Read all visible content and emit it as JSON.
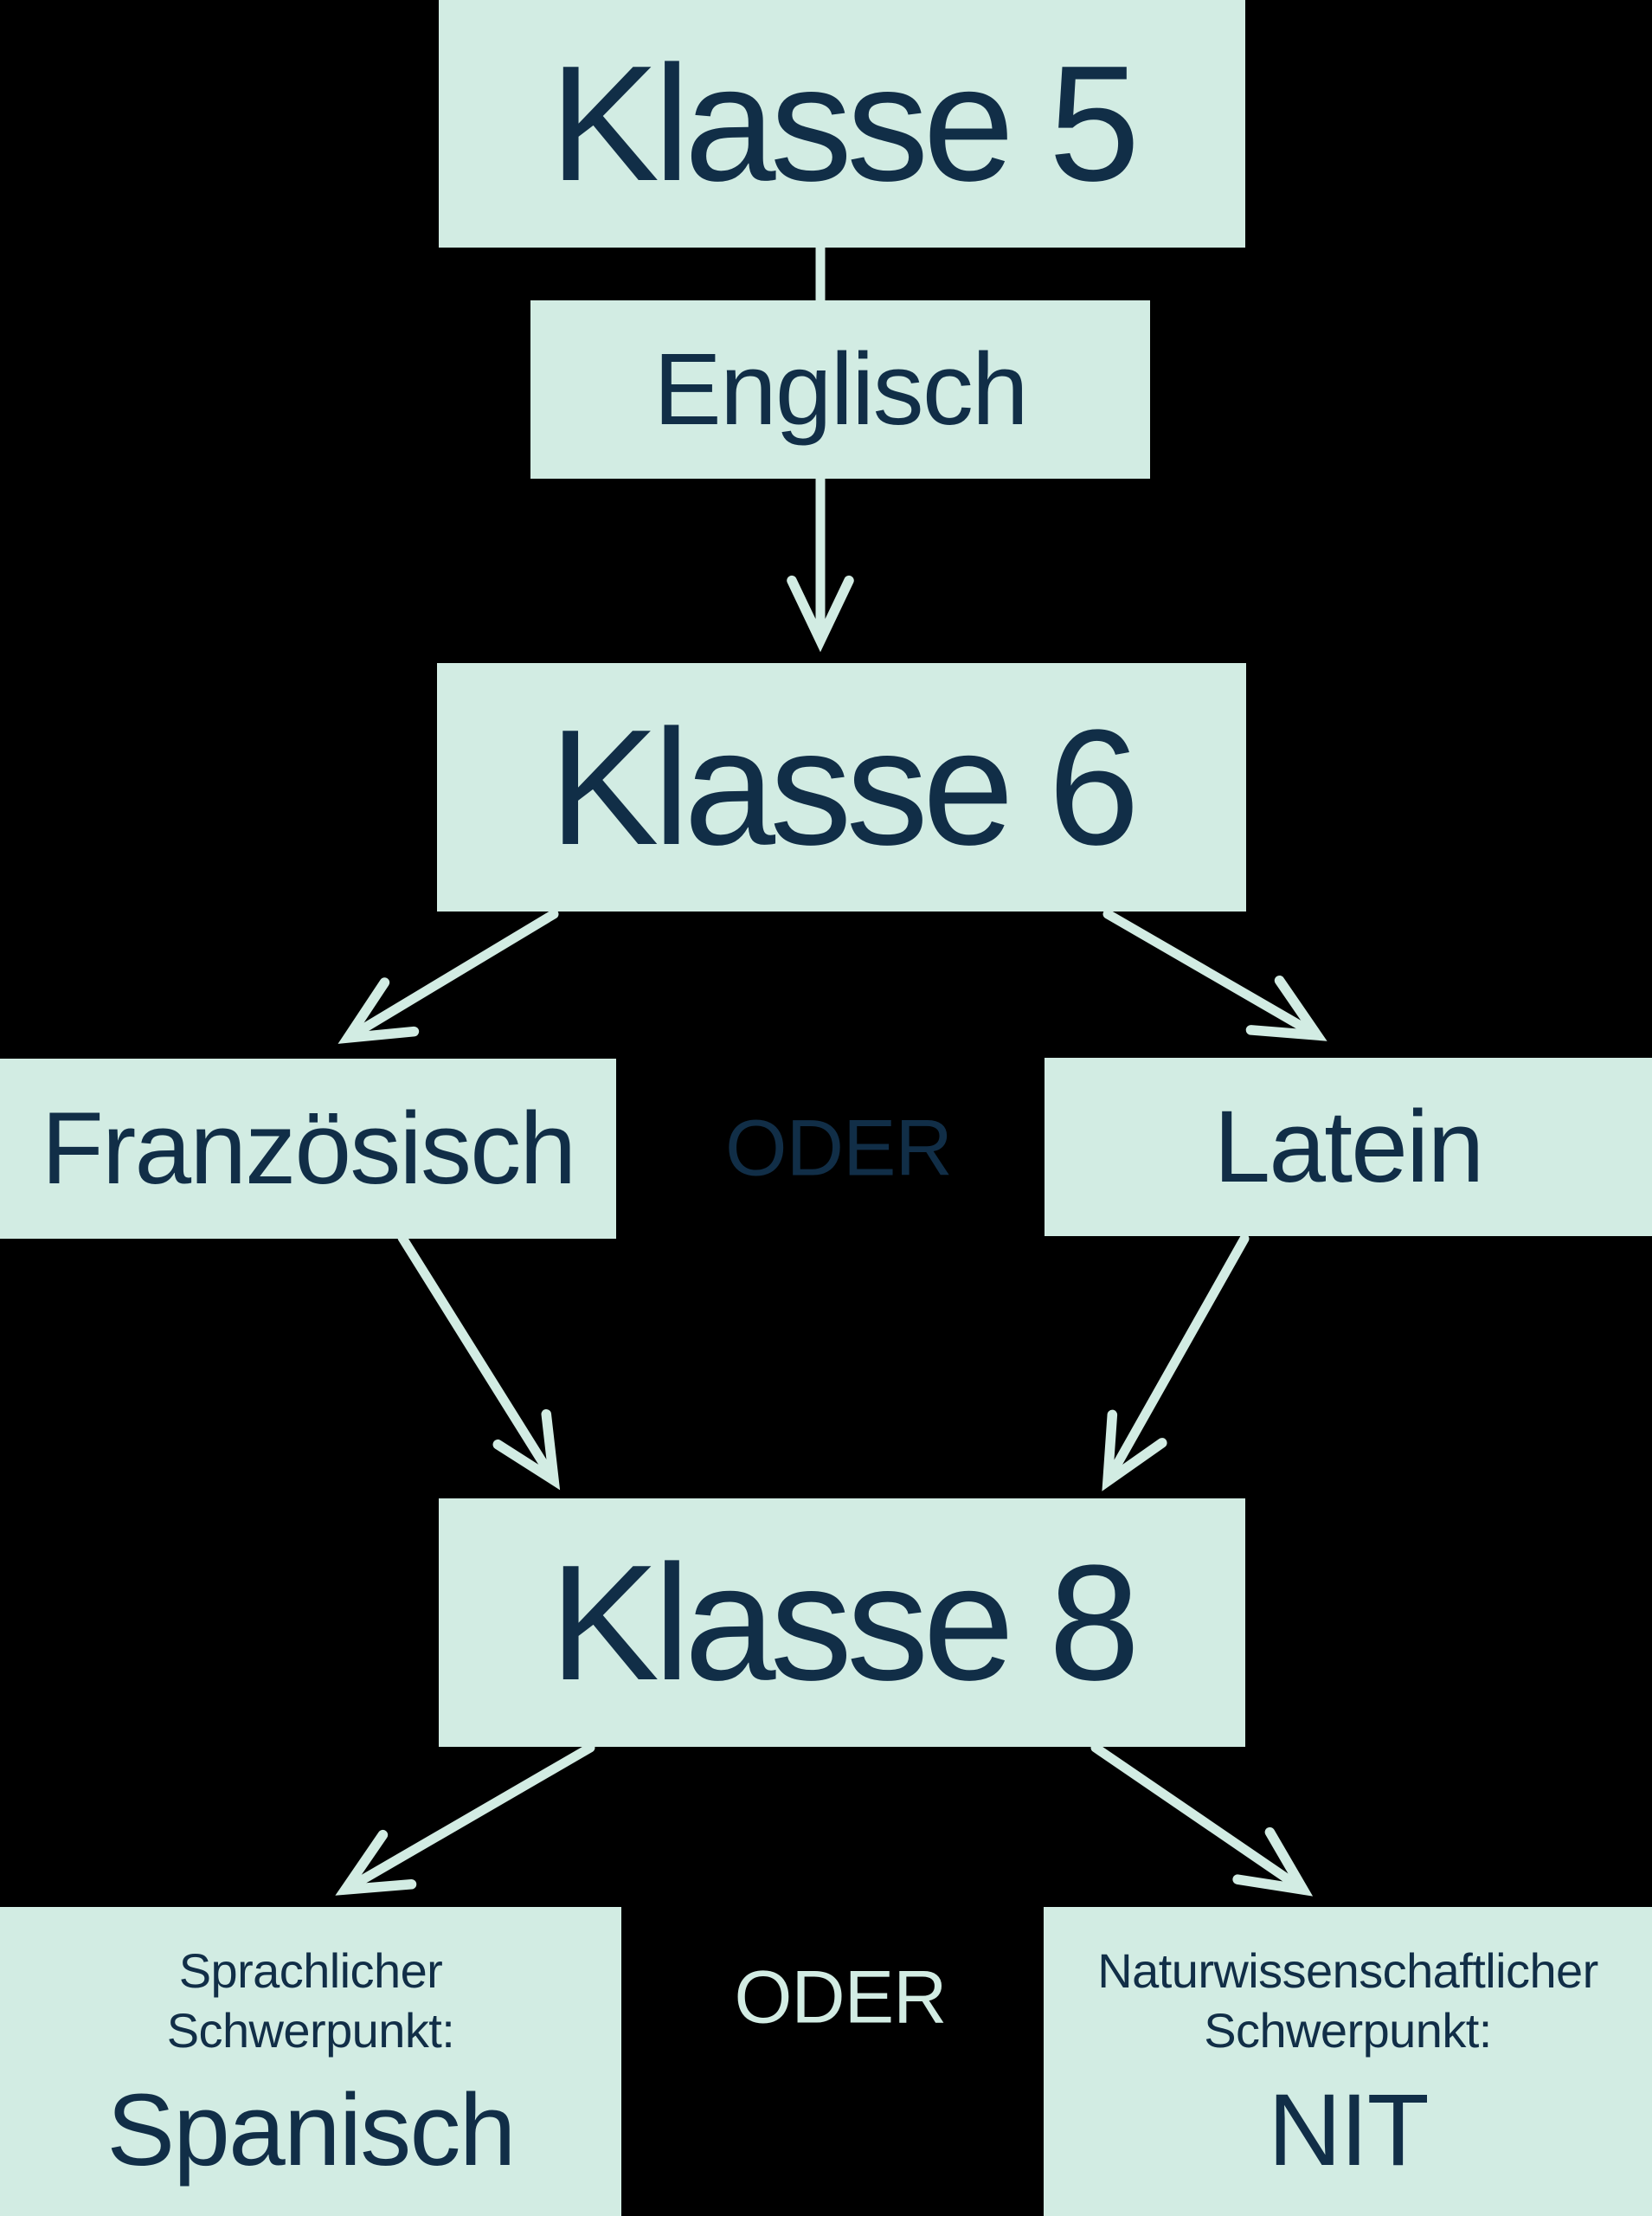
{
  "palette": {
    "background": "#000000",
    "box_fill": "#d2ece3",
    "text_color": "#112e47",
    "arrow_color": "#d2ece3"
  },
  "nodes": {
    "klasse5": {
      "label": "Klasse 5"
    },
    "englisch": {
      "label": "Englisch"
    },
    "klasse6": {
      "label": "Klasse 6"
    },
    "franzoesisch": {
      "label": "Französisch"
    },
    "oder_top": {
      "label": "ODER"
    },
    "latein": {
      "label": "Latein"
    },
    "klasse8": {
      "label": "Klasse 8"
    },
    "sprachlich": {
      "heading_line1": "Sprachlicher",
      "heading_line2": "Schwerpunkt:",
      "label": "Spanisch"
    },
    "oder_bottom": {
      "label": "ODER"
    },
    "naturwissenschaftlich": {
      "heading_line1": "Naturwissenschaftlicher",
      "heading_line2": "Schwerpunkt:",
      "label": "NIT"
    }
  }
}
